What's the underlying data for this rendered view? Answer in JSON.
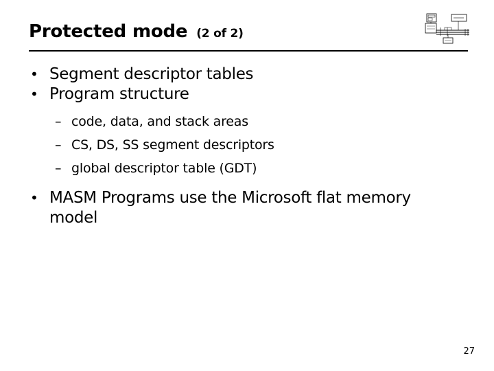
{
  "slide": {
    "title": "Protected mode",
    "title_sub": "(2 of 2)",
    "bullets": [
      "Segment descriptor tables",
      "Program structure"
    ],
    "subitems": [
      "code, data, and stack areas",
      "CS, DS, SS segment descriptors",
      "global descriptor table (GDT)"
    ],
    "last_bullet": "MASM Programs use the Microsoft flat memory model",
    "bullet_glyph": "•",
    "dash_glyph": "–",
    "page_number": "27"
  }
}
